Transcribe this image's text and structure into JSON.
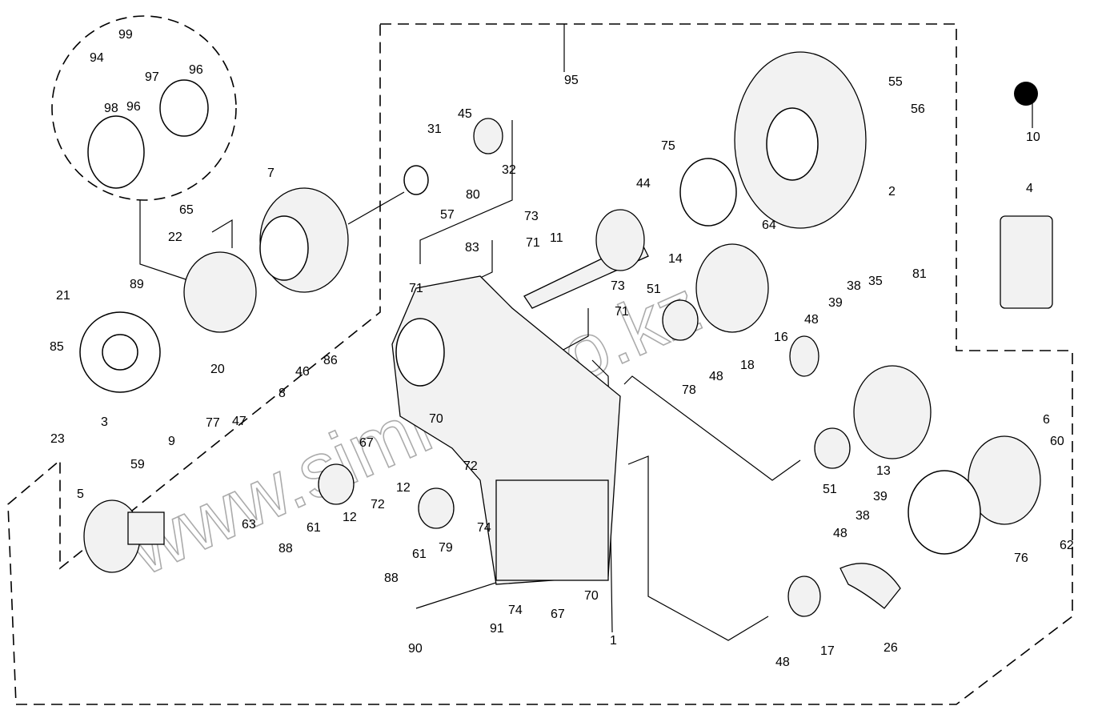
{
  "watermark": "www.simron.co.kz",
  "callouts": [
    "1",
    "2",
    "3",
    "4",
    "5",
    "6",
    "7",
    "8",
    "9",
    "10",
    "11",
    "12",
    "12",
    "13",
    "14",
    "16",
    "17",
    "18",
    "20",
    "21",
    "22",
    "23",
    "26",
    "31",
    "32",
    "35",
    "38",
    "38",
    "39",
    "39",
    "44",
    "45",
    "46",
    "47",
    "48",
    "48",
    "48",
    "48",
    "51",
    "51",
    "55",
    "56",
    "57",
    "59",
    "60",
    "61",
    "61",
    "62",
    "63",
    "64",
    "65",
    "67",
    "67",
    "70",
    "70",
    "71",
    "71",
    "71",
    "72",
    "72",
    "73",
    "73",
    "74",
    "74",
    "75",
    "76",
    "77",
    "78",
    "79",
    "80",
    "81",
    "83",
    "85",
    "86",
    "88",
    "88",
    "89",
    "90",
    "91",
    "94",
    "95",
    "96",
    "96",
    "97",
    "98",
    "99"
  ]
}
